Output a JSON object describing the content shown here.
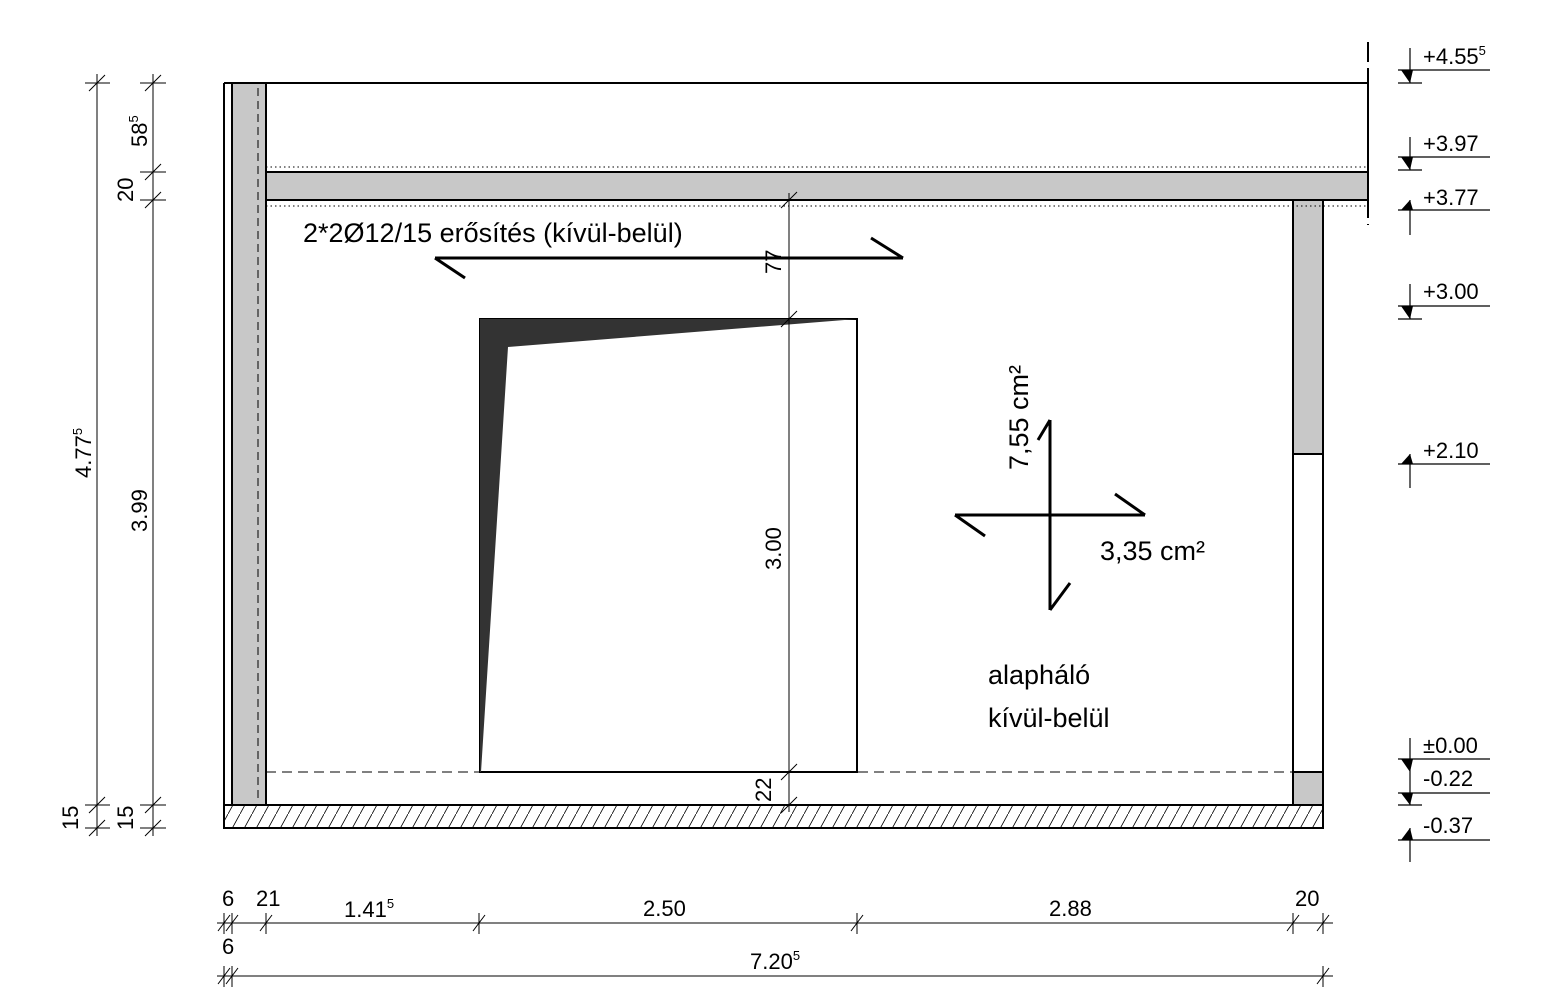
{
  "annotations": {
    "reinforcement": "2*2Ø12/15 erősítés (kívül-belül)",
    "area_vertical": "7,55 cm²",
    "area_horizontal": "3,35 cm²",
    "mesh_line1": "alapháló",
    "mesh_line2": "kívül-belül"
  },
  "levels": {
    "l455": {
      "main": "+4.55",
      "sup": "5"
    },
    "l397": "+3.97",
    "l377": "+3.77",
    "l300": "+3.00",
    "l210": "+2.10",
    "l000": "±0.00",
    "lm022": "-0.22",
    "lm037": "-0.37"
  },
  "left_dims": {
    "overall": {
      "main": "4.77",
      "sup": "5"
    },
    "d58": {
      "main": "58",
      "sup": "5"
    },
    "d20": "20",
    "d399": "3.99",
    "d15a": "15",
    "d15b": "15"
  },
  "inner_dims": {
    "d77": "77",
    "d300": "3.00",
    "d22": "22"
  },
  "bottom_dims": {
    "d6": "6",
    "d21": "21",
    "d141": {
      "main": "1.41",
      "sup": "5"
    },
    "d250": "2.50",
    "d288": "2.88",
    "d20": "20",
    "d6b": "6",
    "total": {
      "main": "7.20",
      "sup": "5"
    }
  },
  "colors": {
    "concrete": "#c8c8c8",
    "opening_fill": "#333333",
    "line": "#000000"
  }
}
